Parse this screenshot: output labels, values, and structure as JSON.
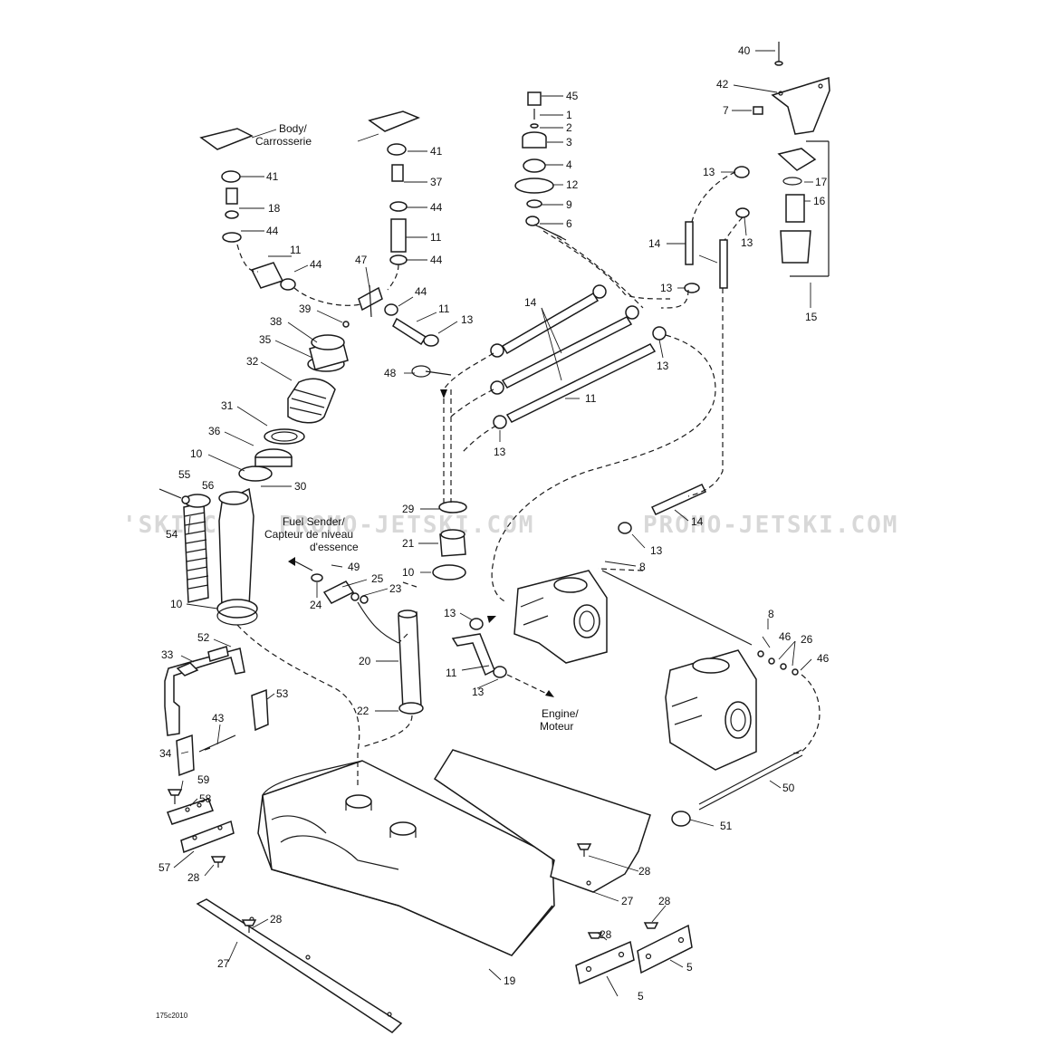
{
  "captions": {
    "body_left_1": "Body/",
    "body_left_2": "Carrosserie",
    "fuel_sender_1": "Fuel Sender/",
    "fuel_sender_2": "Capteur de niveau",
    "fuel_sender_3": "d'essence",
    "engine_1": "Engine/",
    "engine_2": "Moteur"
  },
  "watermark": {
    "left": "'SKI.COM",
    "middle": "PROMO-JETSKI.COM",
    "right": "PROMO-JETSKI.COM"
  },
  "drawing_code": "175c2010",
  "labels": [
    {
      "id": "p40",
      "text": "40"
    },
    {
      "id": "p42",
      "text": "42"
    },
    {
      "id": "p7",
      "text": "7"
    },
    {
      "id": "p45",
      "text": "45"
    },
    {
      "id": "p1",
      "text": "1"
    },
    {
      "id": "p2",
      "text": "2"
    },
    {
      "id": "p3",
      "text": "3"
    },
    {
      "id": "p4",
      "text": "4"
    },
    {
      "id": "p12",
      "text": "12"
    },
    {
      "id": "p9",
      "text": "9"
    },
    {
      "id": "p6",
      "text": "6"
    },
    {
      "id": "p13a",
      "text": "13"
    },
    {
      "id": "p17",
      "text": "17"
    },
    {
      "id": "p16",
      "text": "16"
    },
    {
      "id": "p13b",
      "text": "13"
    },
    {
      "id": "p14a",
      "text": "14"
    },
    {
      "id": "p13c",
      "text": "13"
    },
    {
      "id": "p15",
      "text": "15"
    },
    {
      "id": "p41a",
      "text": "41"
    },
    {
      "id": "p41b",
      "text": "41"
    },
    {
      "id": "p37",
      "text": "37"
    },
    {
      "id": "p18",
      "text": "18"
    },
    {
      "id": "p44a",
      "text": "44"
    },
    {
      "id": "p44b",
      "text": "44"
    },
    {
      "id": "p11a",
      "text": "11"
    },
    {
      "id": "p44c",
      "text": "44"
    },
    {
      "id": "p11b",
      "text": "11"
    },
    {
      "id": "p44d",
      "text": "44"
    },
    {
      "id": "p47",
      "text": "47"
    },
    {
      "id": "p44e",
      "text": "44"
    },
    {
      "id": "p11c",
      "text": "11"
    },
    {
      "id": "p13d",
      "text": "13"
    },
    {
      "id": "p14b",
      "text": "14"
    },
    {
      "id": "p13e",
      "text": "13"
    },
    {
      "id": "p39",
      "text": "39"
    },
    {
      "id": "p38",
      "text": "38"
    },
    {
      "id": "p35",
      "text": "35"
    },
    {
      "id": "p32",
      "text": "32"
    },
    {
      "id": "p48",
      "text": "48"
    },
    {
      "id": "p11d",
      "text": "11"
    },
    {
      "id": "p31",
      "text": "31"
    },
    {
      "id": "p13f",
      "text": "13"
    },
    {
      "id": "p36",
      "text": "36"
    },
    {
      "id": "p10a",
      "text": "10"
    },
    {
      "id": "p55",
      "text": "55"
    },
    {
      "id": "p56",
      "text": "56"
    },
    {
      "id": "p30",
      "text": "30"
    },
    {
      "id": "p29",
      "text": "29"
    },
    {
      "id": "p54",
      "text": "54"
    },
    {
      "id": "p14c",
      "text": "14"
    },
    {
      "id": "p21",
      "text": "21"
    },
    {
      "id": "p13g",
      "text": "13"
    },
    {
      "id": "p8a",
      "text": "8"
    },
    {
      "id": "p49",
      "text": "49"
    },
    {
      "id": "p10b",
      "text": "10"
    },
    {
      "id": "p25",
      "text": "25"
    },
    {
      "id": "p23",
      "text": "23"
    },
    {
      "id": "p24",
      "text": "24"
    },
    {
      "id": "p10c",
      "text": "10"
    },
    {
      "id": "p13h",
      "text": "13"
    },
    {
      "id": "p8b",
      "text": "8"
    },
    {
      "id": "p46a",
      "text": "46"
    },
    {
      "id": "p26",
      "text": "26"
    },
    {
      "id": "p46b",
      "text": "46"
    },
    {
      "id": "p52",
      "text": "52"
    },
    {
      "id": "p33",
      "text": "33"
    },
    {
      "id": "p20",
      "text": "20"
    },
    {
      "id": "p11e",
      "text": "11"
    },
    {
      "id": "p13i",
      "text": "13"
    },
    {
      "id": "p53",
      "text": "53"
    },
    {
      "id": "p22",
      "text": "22"
    },
    {
      "id": "p43",
      "text": "43"
    },
    {
      "id": "p34",
      "text": "34"
    },
    {
      "id": "p59",
      "text": "59"
    },
    {
      "id": "p50",
      "text": "50"
    },
    {
      "id": "p58",
      "text": "58"
    },
    {
      "id": "p51",
      "text": "51"
    },
    {
      "id": "p57",
      "text": "57"
    },
    {
      "id": "p28a",
      "text": "28"
    },
    {
      "id": "p28b",
      "text": "28"
    },
    {
      "id": "p27a",
      "text": "27"
    },
    {
      "id": "p28c",
      "text": "28"
    },
    {
      "id": "p28d",
      "text": "28"
    },
    {
      "id": "p28e",
      "text": "28"
    },
    {
      "id": "p5a",
      "text": "5"
    },
    {
      "id": "p27b",
      "text": "27"
    },
    {
      "id": "p19",
      "text": "19"
    },
    {
      "id": "p5b",
      "text": "5"
    }
  ]
}
